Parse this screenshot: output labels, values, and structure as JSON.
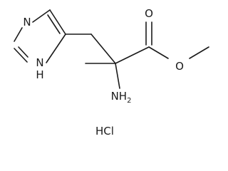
{
  "molecule": {
    "atoms": {
      "imidazole_n3": "N",
      "imidazole_n1h": "N",
      "imidazole_h": "H",
      "carbonyl_o": "O",
      "ester_o": "O",
      "amine_n": "NH",
      "amine_sub": "2",
      "salt": "HCl"
    }
  }
}
